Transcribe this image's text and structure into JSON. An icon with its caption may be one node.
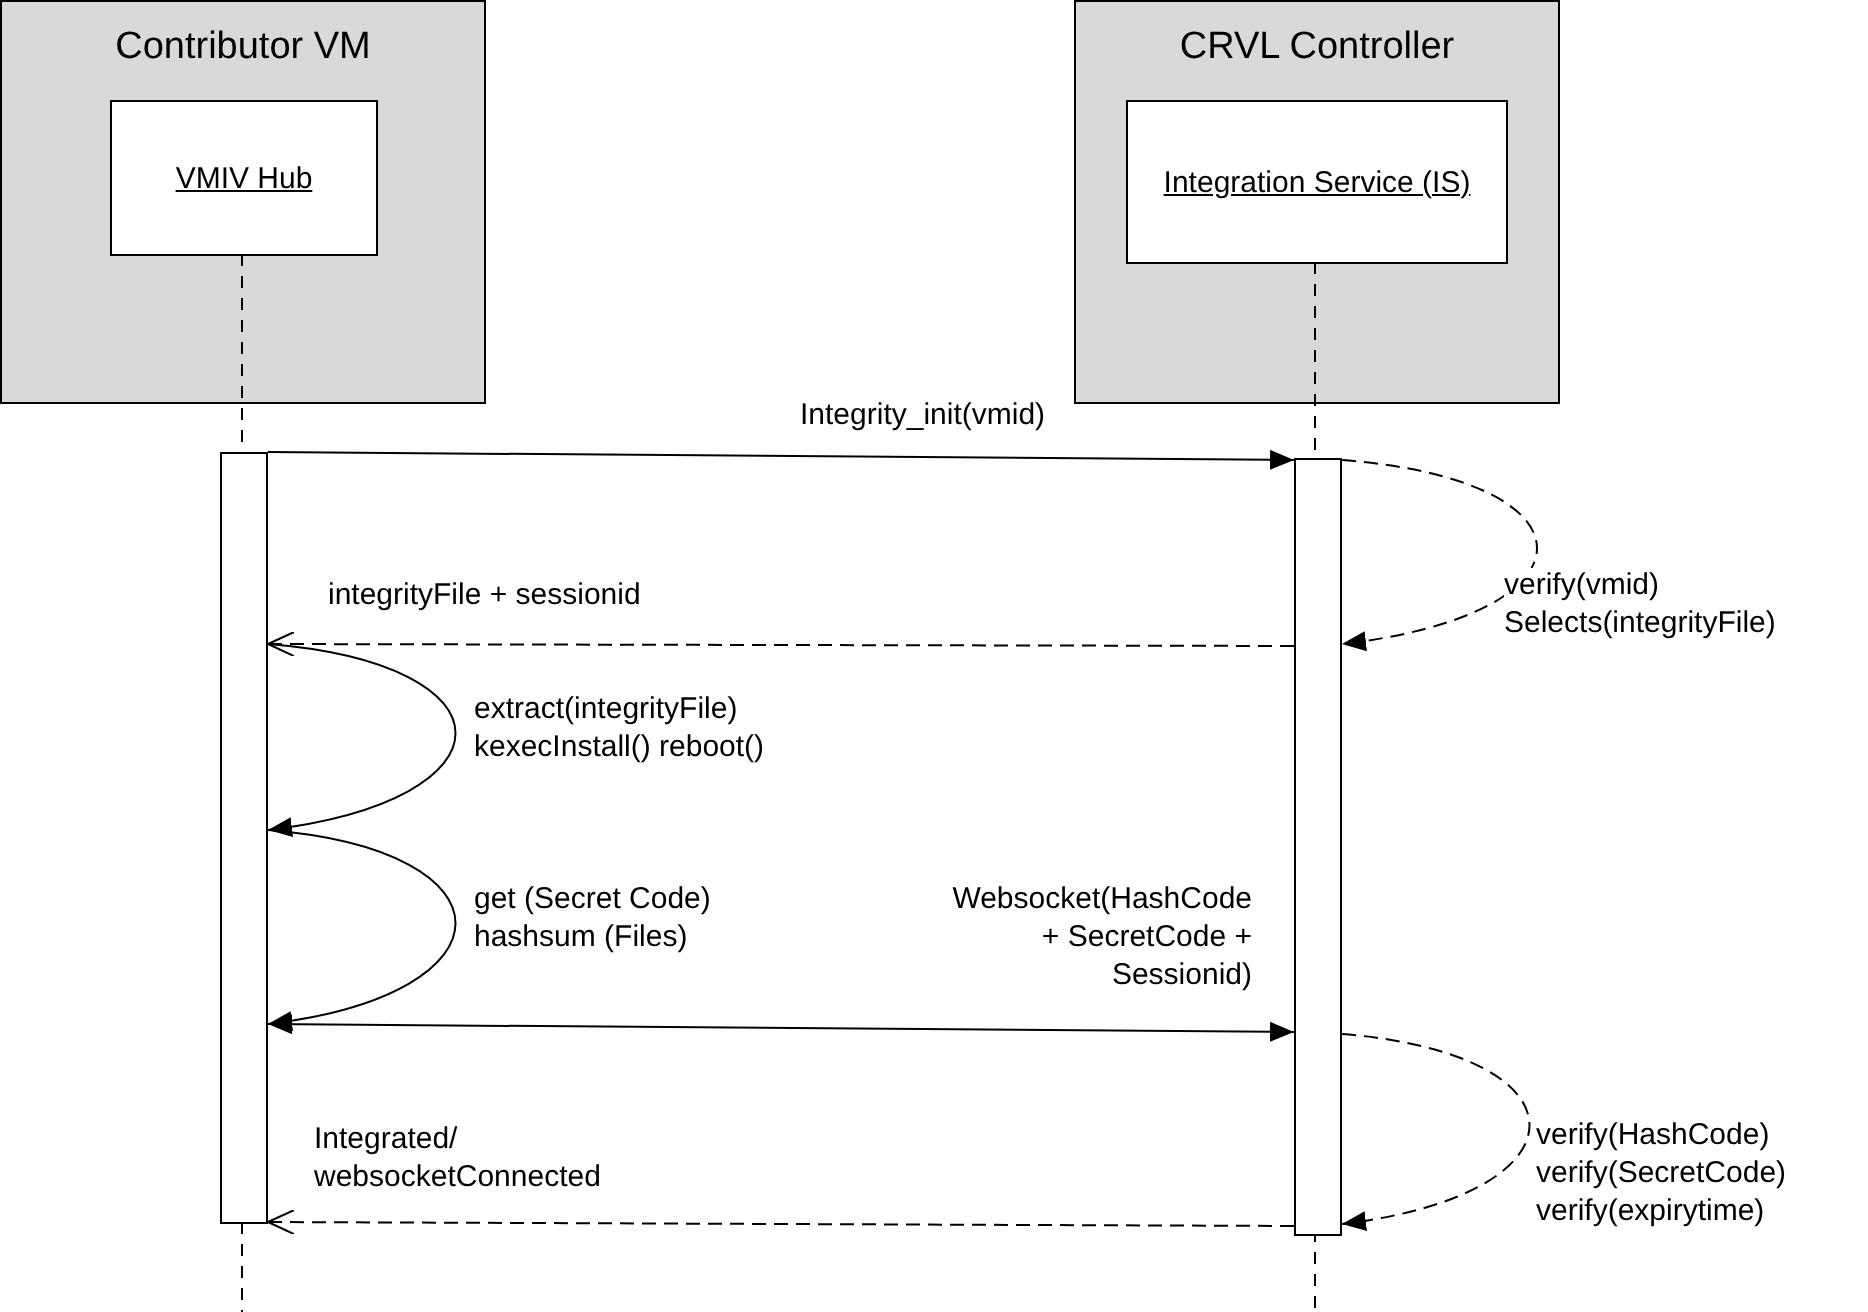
{
  "diagram": {
    "nodes": [
      {
        "text": [
          "Contributor VM"
        ]
      },
      {
        "text": [
          "VMIV Hub"
        ],
        "in": 0
      },
      {
        "text": [
          "CRVL Controller"
        ]
      },
      {
        "text": [
          "Integration Service (IS)"
        ],
        "in": 2
      },
      {
        "text": [],
        "shape": "bar"
      },
      {
        "text": [],
        "shape": "bar"
      }
    ],
    "edges": [
      {
        "from": 4,
        "to": 5,
        "arrow": "to",
        "label": "Integrity_init(vmid)"
      },
      {
        "from": 5,
        "to": 5,
        "arrow": "to",
        "style": "dashed",
        "label": "verify(vmid) Selects(integrityFile)"
      },
      {
        "from": 5,
        "to": 4,
        "arrow": "to",
        "style": "dashed",
        "label": "integrityFile + sessionid"
      },
      {
        "from": 4,
        "to": 4,
        "arrow": "to",
        "label": "extract(integrityFile) kexecInstall() reboot()"
      },
      {
        "from": 4,
        "to": 4,
        "arrow": "to",
        "label": "get (Secret Code) hashsum (Files)"
      },
      {
        "from": 4,
        "to": 5,
        "arrow": "both",
        "label": "Websocket(HashCode + SecretCode + Sessionid)"
      },
      {
        "from": 5,
        "to": 5,
        "arrow": "to",
        "style": "dashed",
        "label": "verify(HashCode) verify(SecretCode) verify(expirytime)"
      },
      {
        "from": 5,
        "to": 4,
        "arrow": "to",
        "style": "dashed",
        "label": "Integrated/ websocketConnected"
      }
    ]
  }
}
